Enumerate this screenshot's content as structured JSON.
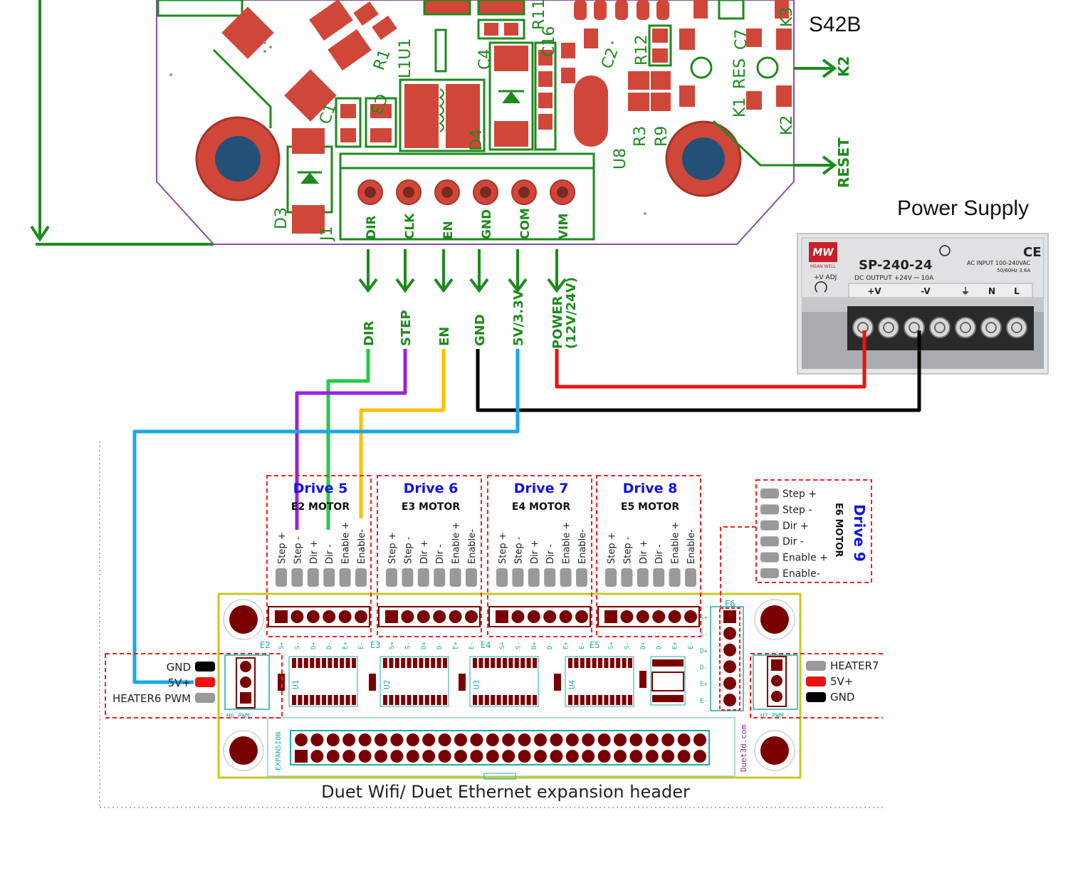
{
  "controller": {
    "name": "S42B",
    "pins": [
      "DIR",
      "CLK",
      "EN",
      "GND",
      "COM",
      "VIM"
    ],
    "k2_label": "K2",
    "reset_label": "RESET",
    "silkscreen": [
      "R1",
      "C1",
      "C3",
      "C4",
      "C2",
      "R12",
      "R3",
      "R9",
      "U8",
      "D3",
      "D4",
      "J1",
      "K1",
      "RES",
      "K2",
      "K3",
      "L1U1",
      "C7",
      "C16",
      "R11"
    ]
  },
  "signals": {
    "labels": [
      "DIR",
      "STEP",
      "EN",
      "GND",
      "5V/3.3V",
      "POWER"
    ],
    "power_sub": "(12V/24V)"
  },
  "power_supply": {
    "title": "Power Supply",
    "brand": "MW",
    "brand_sub": "MEAN WELL",
    "model": "SP-240-24",
    "adj": "+V ADJ",
    "dc_output": "DC OUTPUT +24V ⎓ 10A",
    "ac_input": "AC INPUT 100-240VAC",
    "freq": "50/60Hz 3.6A",
    "terminals": [
      "+V",
      "-V",
      "⏚",
      "N",
      "L"
    ]
  },
  "board": {
    "caption": "Duet Wifi/ Duet Ethernet expansion header",
    "website": "Duet3d.com",
    "expansion_label": "EXPANSION",
    "drives": [
      {
        "title": "Drive 5",
        "motor": "E2 MOTOR",
        "conn": "E2"
      },
      {
        "title": "Drive 6",
        "motor": "E3 MOTOR",
        "conn": "E3"
      },
      {
        "title": "Drive 7",
        "motor": "E4 MOTOR",
        "conn": "E4"
      },
      {
        "title": "Drive 8",
        "motor": "E5 MOTOR",
        "conn": "E5"
      }
    ],
    "pin_labels": [
      "Step +",
      "Step -",
      "Dir +",
      "Dir -",
      "Enable +",
      "Enable-"
    ],
    "pin_short": [
      "S+",
      "S-",
      "D+",
      "D-",
      "E+",
      "E-"
    ],
    "drive9": {
      "title": "Drive 9",
      "motor": "E6 MOTOR",
      "conn": "E6"
    },
    "heater6": {
      "labels": [
        "GND",
        "5V+",
        "HEATER6 PWM"
      ],
      "conn": "H6 PWM"
    },
    "heater7": {
      "labels": [
        "HEATER7",
        "5V+",
        "GND"
      ],
      "conn": "H7 PWM"
    },
    "chips": [
      "U1",
      "U2",
      "U3",
      "U4"
    ]
  },
  "colors": {
    "green_arrow": "#1e8a1e",
    "pcb_pad": "#d0473a",
    "wire_dir": "#22cc44",
    "wire_step": "#9b1fe0",
    "wire_en": "#ffc000",
    "wire_gnd": "#000000",
    "wire_5v": "#1aa7e6",
    "wire_power": "#ee1111",
    "drive_title": "#1010ee",
    "board_outline": "#c8c820",
    "board_pad": "#7a0000"
  }
}
